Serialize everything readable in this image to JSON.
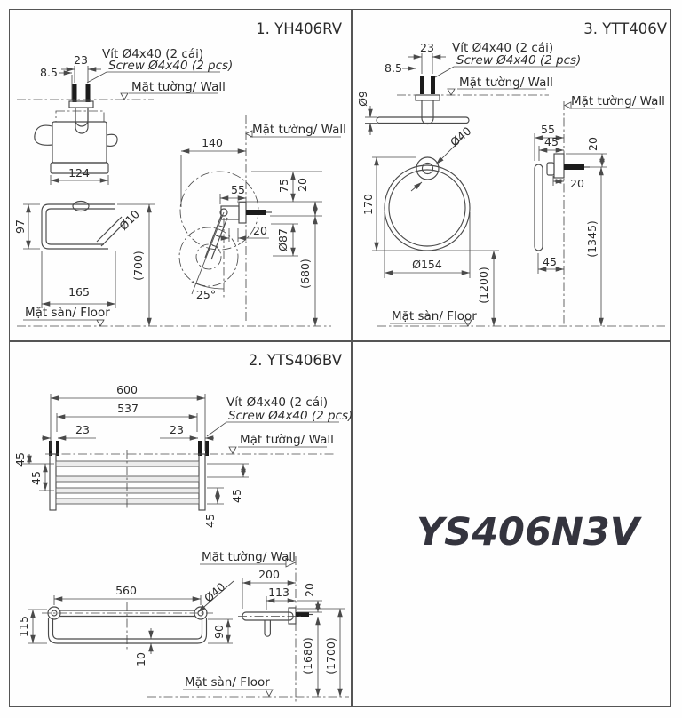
{
  "product_code": "YS406N3V",
  "common": {
    "wall_label": "Mặt tường/ Wall",
    "floor_label": "Mặt sàn/ Floor",
    "screw_note_vi": "Vít Ø4x40 (2 cái)",
    "screw_note_en": "Screw Ø4x40 (2 pcs)"
  },
  "panel1": {
    "title": "1. YH406RV",
    "dims": {
      "screw_spacing": "23",
      "screw_offset": "8.5",
      "body_width": "124",
      "body_height": "97",
      "bar_diameter": "Ø10",
      "body_length": "165",
      "holder_height_floor": "(700)",
      "depth": "140",
      "arm_length": "55",
      "drop": "75",
      "top_offset": "20",
      "wall_clearance": "20",
      "roll_diameter": "Ø87",
      "roll_height_floor": "(680)",
      "swing_angle": "25°"
    }
  },
  "panel2": {
    "title": "2. YTS406BV",
    "dims": {
      "overall_width": "600",
      "screw_span": "537",
      "screw_group_left": "23",
      "screw_group_right": "23",
      "gap_left_1": "45",
      "gap_left_2": "45",
      "gap_right_1": "45",
      "gap_right_2": "45",
      "bar_span": "560",
      "bar_diameter": "Ø40",
      "shelf_depth": "115",
      "bar_depth": "90",
      "bar_gap": "10",
      "side_depth": "200",
      "side_reach": "113",
      "side_offset": "20",
      "bar_height_floor": "(1680)",
      "top_height_floor": "(1700)"
    }
  },
  "panel3": {
    "title": "3. YTT406V",
    "dims": {
      "screw_spacing": "23",
      "screw_offset": "8.5",
      "tube_diameter": "Ø9",
      "knob_diameter": "Ø40",
      "ring_height": "170",
      "ring_diameter": "Ø154",
      "ring_height_floor": "(1200)",
      "side_depth": "55",
      "reach_top": "45",
      "top_offset": "20",
      "wall_clearance": "20",
      "reach_bottom": "45",
      "mount_height_floor": "(1345)"
    }
  }
}
